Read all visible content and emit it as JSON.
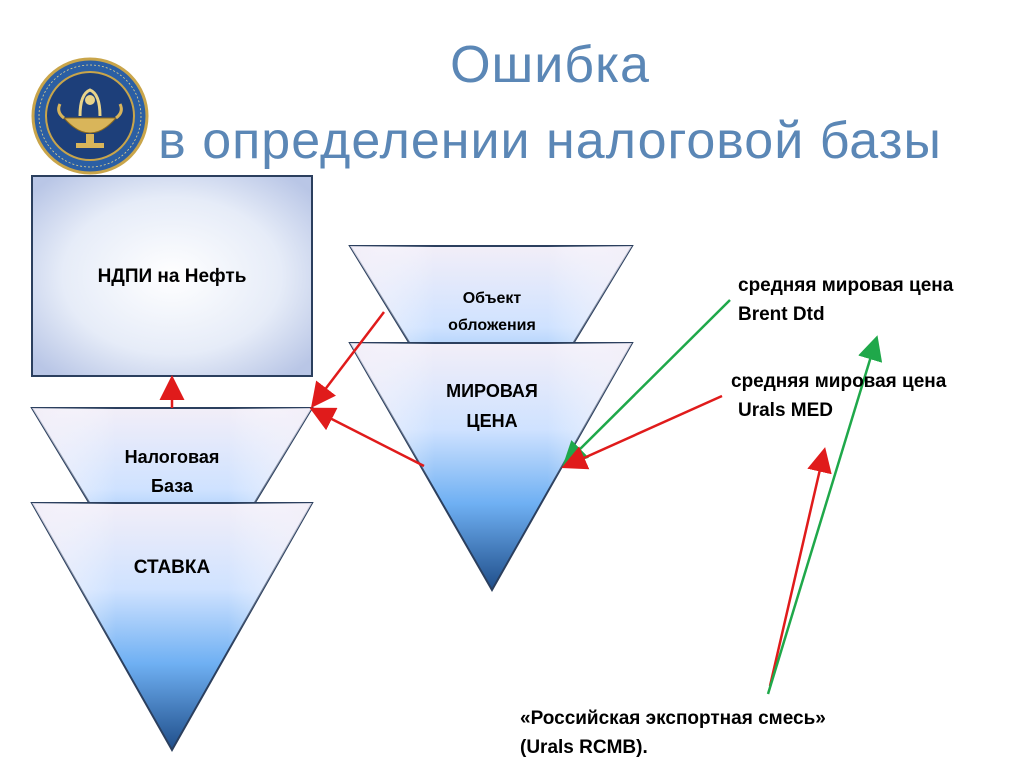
{
  "title": {
    "line1": "Ошибка",
    "line2": "в определении налоговой базы"
  },
  "boxes": {
    "ndpi": "НДПИ на Нефть",
    "tax_base_line1": "Налоговая",
    "tax_base_line2": "База",
    "rate": "СТАВКА",
    "object_line1": "Объект",
    "object_line2": "обложения",
    "world_price_line1": "МИРОВАЯ",
    "world_price_line2": "ЦЕНА"
  },
  "notes": {
    "brent_line1": "средняя мировая цена",
    "brent_line2": "Brent Dtd",
    "urals_med_line1": "средняя мировая цена",
    "urals_med_line2": "Urals MED",
    "rcmb_line1": "«Российская экспортная смесь»",
    "rcmb_line2": "(Urals RCMB)."
  },
  "colors": {
    "title": "#5b87b6",
    "arrow_red": "#e01b1b",
    "arrow_green": "#1fa84a",
    "shape_border": "#2b3f5e",
    "gradient_light": "#f2eef8",
    "gradient_mid": "#8ec8ff",
    "gradient_dark": "#1f4e8a"
  },
  "logo_icon": "emblem-icon"
}
